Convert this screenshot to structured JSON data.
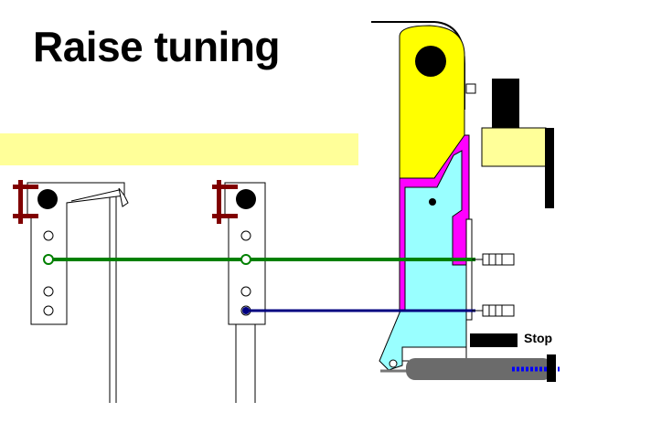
{
  "title": "Raise tuning",
  "stop_label": "Stop",
  "colors": {
    "background": "#ffffff",
    "pale_yellow_bar": "#ffff99",
    "yellow_lever": "#ffff00",
    "magenta": "#ff00ff",
    "cyan": "#99ffff",
    "green_rod": "#008000",
    "blue_rod": "#000080",
    "dark_red_pins": "#800000",
    "gray_cylinder": "#6b6b6b",
    "blue_screw": "#0000ff",
    "outline": "#000000"
  },
  "icons": {
    "pulley": "black-circle",
    "screw": "hex-screw",
    "stop_block": "black-rect"
  }
}
